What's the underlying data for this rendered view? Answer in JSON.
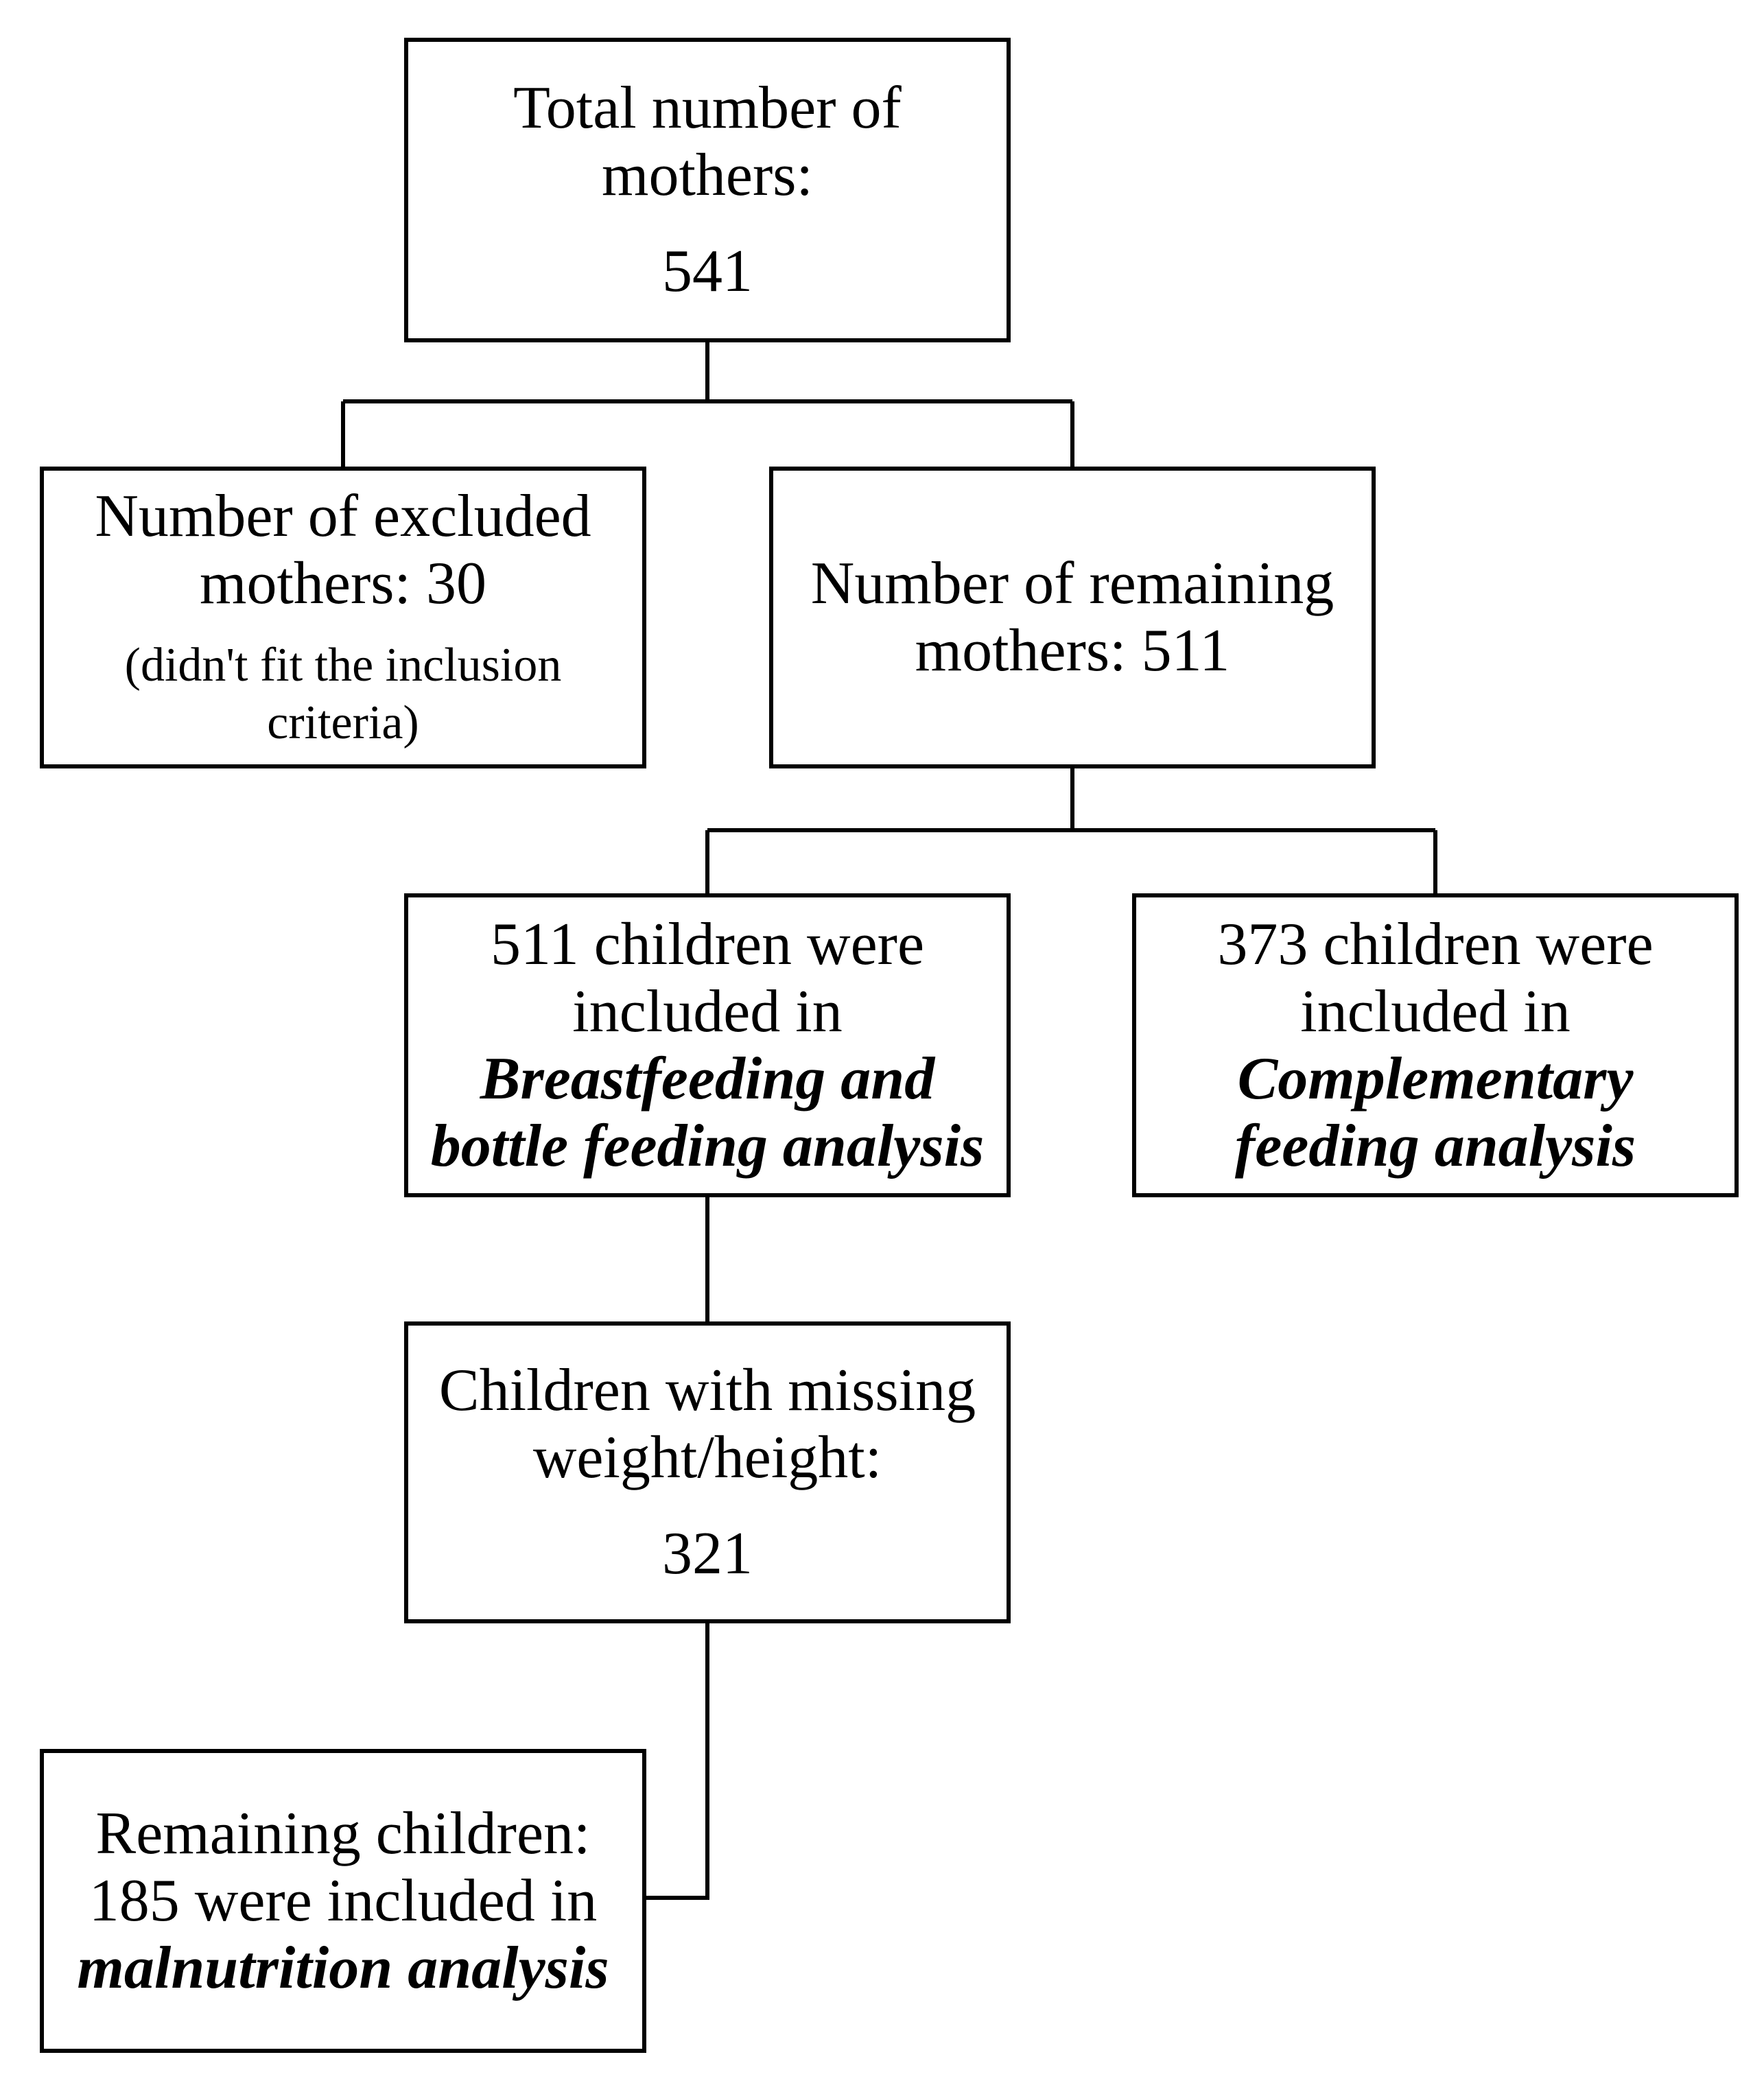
{
  "diagram": {
    "total": {
      "line1": "Total number of",
      "line2": "mothers:",
      "value": "541"
    },
    "excluded": {
      "line1": "Number of excluded",
      "line2": "mothers: 30",
      "note1": "(didn't fit the inclusion",
      "note2": "criteria)"
    },
    "remaining": {
      "line1": "Number of remaining",
      "line2": "mothers: 511"
    },
    "breastfeeding": {
      "line1": "511 children were",
      "line2": "included in",
      "line3": "Breastfeeding and",
      "line4": "bottle feeding analysis"
    },
    "complementary": {
      "line1": "373 children were",
      "line2": "included in",
      "line3": "Complementary",
      "line4": "feeding analysis"
    },
    "missing": {
      "line1": "Children with missing",
      "line2": "weight/height:",
      "value": "321"
    },
    "malnutrition": {
      "line1": "Remaining children:",
      "line2": "185 were included in",
      "line3": "malnutrition analysis"
    }
  }
}
